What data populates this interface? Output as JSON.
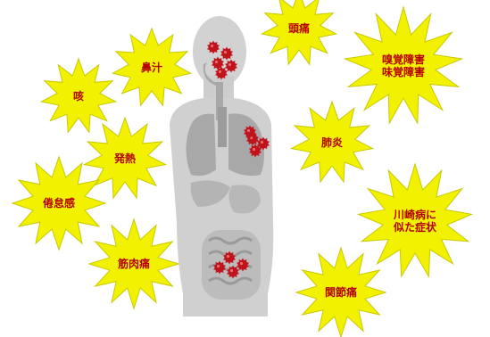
{
  "colors": {
    "burst_fill": "#f2f200",
    "burst_stroke": "#c8c800",
    "label_text": "#b40000",
    "virus": "#c0141c",
    "body_silhouette": "#cdcdcd",
    "organs": "#a8a8a8"
  },
  "symptoms": [
    {
      "id": "headache",
      "label": "頭痛"
    },
    {
      "id": "runny-nose",
      "label": "鼻汁"
    },
    {
      "id": "smell-taste-loss",
      "label": "嗅覚障害\n味覚障害"
    },
    {
      "id": "cough",
      "label": "咳"
    },
    {
      "id": "pneumonia",
      "label": "肺炎"
    },
    {
      "id": "fever",
      "label": "発熱"
    },
    {
      "id": "fatigue",
      "label": "倦怠感"
    },
    {
      "id": "kawasaki-like",
      "label": "川崎病に\n似た症状"
    },
    {
      "id": "muscle-pain",
      "label": "筋肉痛"
    },
    {
      "id": "joint-pain",
      "label": "関節痛"
    }
  ],
  "virus_groups": [
    {
      "id": "head",
      "count": 5
    },
    {
      "id": "lungs",
      "count": 4
    },
    {
      "id": "intestines",
      "count": 4
    }
  ]
}
